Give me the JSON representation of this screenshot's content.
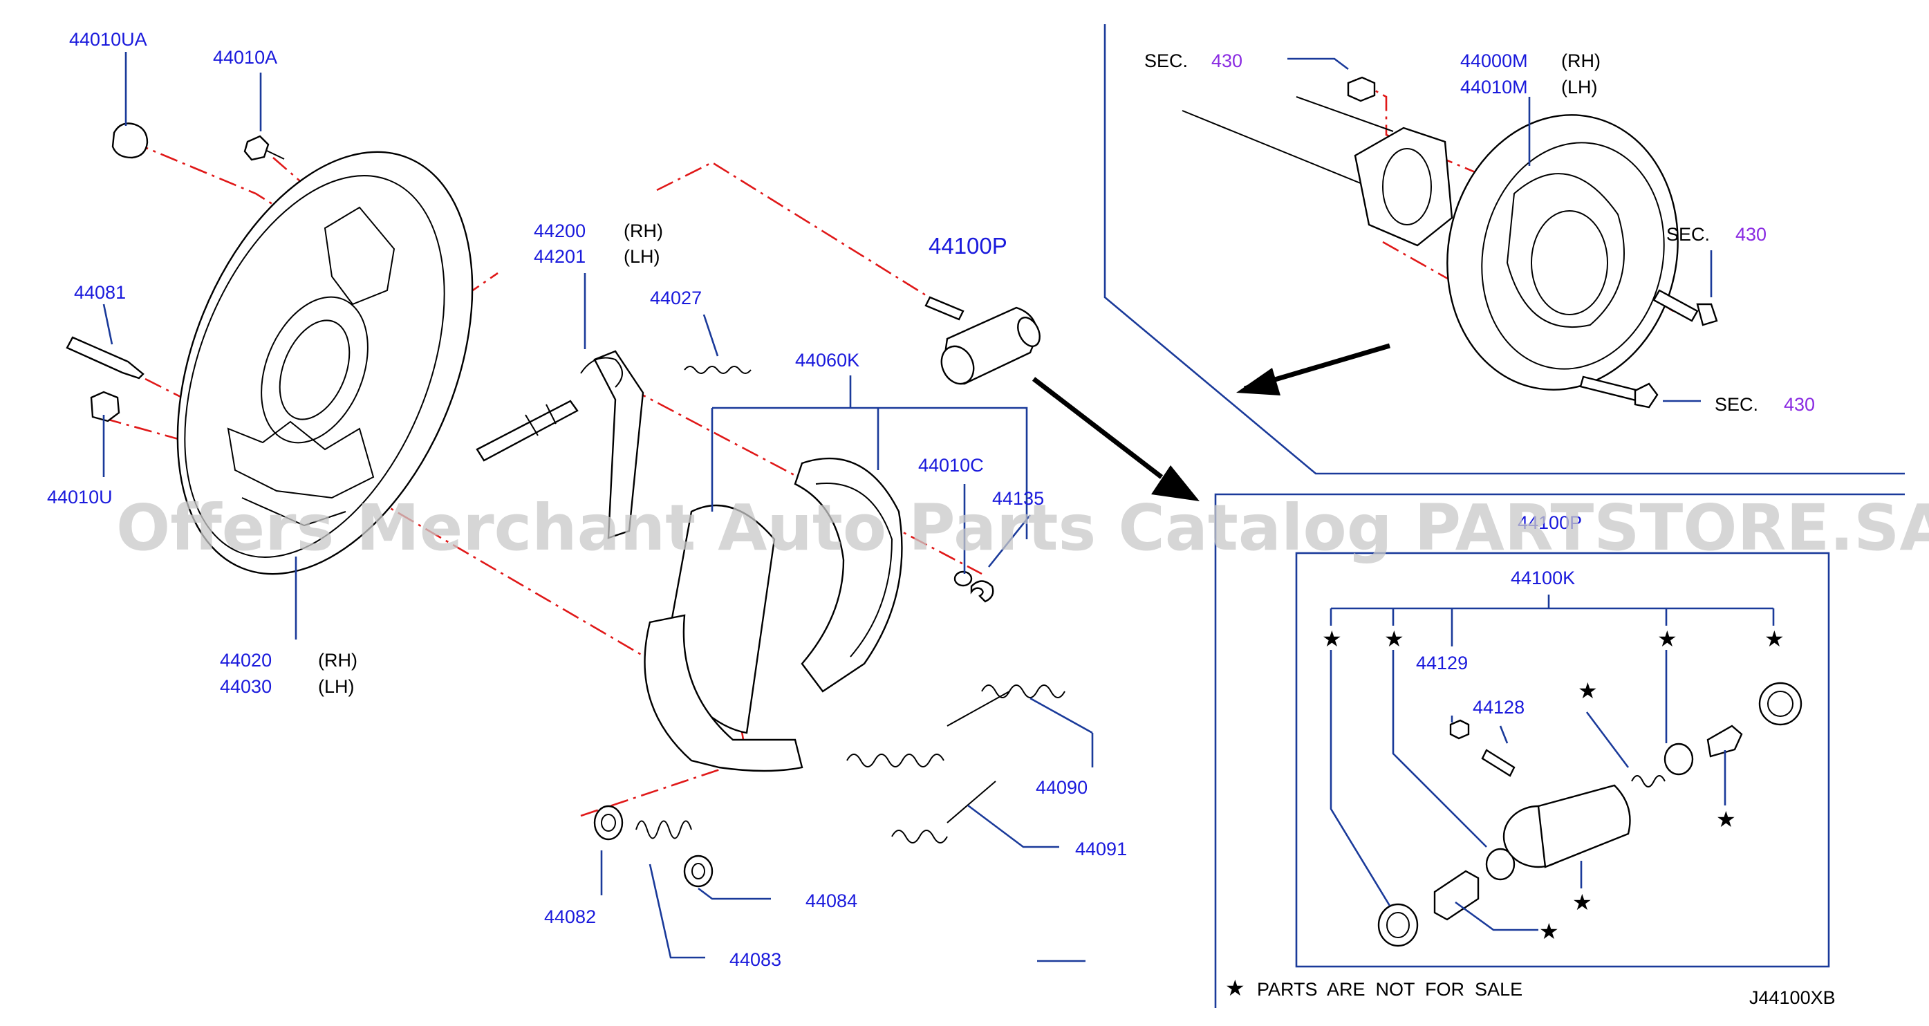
{
  "labels": {
    "p44010UA": "44010UA",
    "p44010A": "44010A",
    "p44081": "44081",
    "p44010U": "44010U",
    "p44020": "44020",
    "p44030": "44030",
    "p44200": "44200",
    "p44201": "44201",
    "p44027": "44027",
    "p44100P_main": "44100P",
    "p44060K": "44060K",
    "p44010C": "44010C",
    "p44135": "44135",
    "p44090": "44090",
    "p44091": "44091",
    "p44082": "44082",
    "p44083": "44083",
    "p44084": "44084",
    "p44000M": "44000M",
    "p44010M": "44010M",
    "p44100P_detail": "44100P",
    "p44100K": "44100K",
    "p44129": "44129",
    "p44128": "44128",
    "sec_word": "SEC.",
    "sec_num": "430",
    "rh": "(RH)",
    "lh": "(LH)"
  },
  "legend": {
    "star": "★",
    "text": "PARTS  ARE  NOT  FOR  SALE"
  },
  "diagram_code": "J44100XB",
  "watermark": "Offers Merchant Auto Parts Catalog PARTSTORE.SA",
  "colors": {
    "part_number": "#1a1adc",
    "leader_line": "#1a3a9a",
    "section_ref": "#8a2be2",
    "dash_chain": "#e01818"
  }
}
